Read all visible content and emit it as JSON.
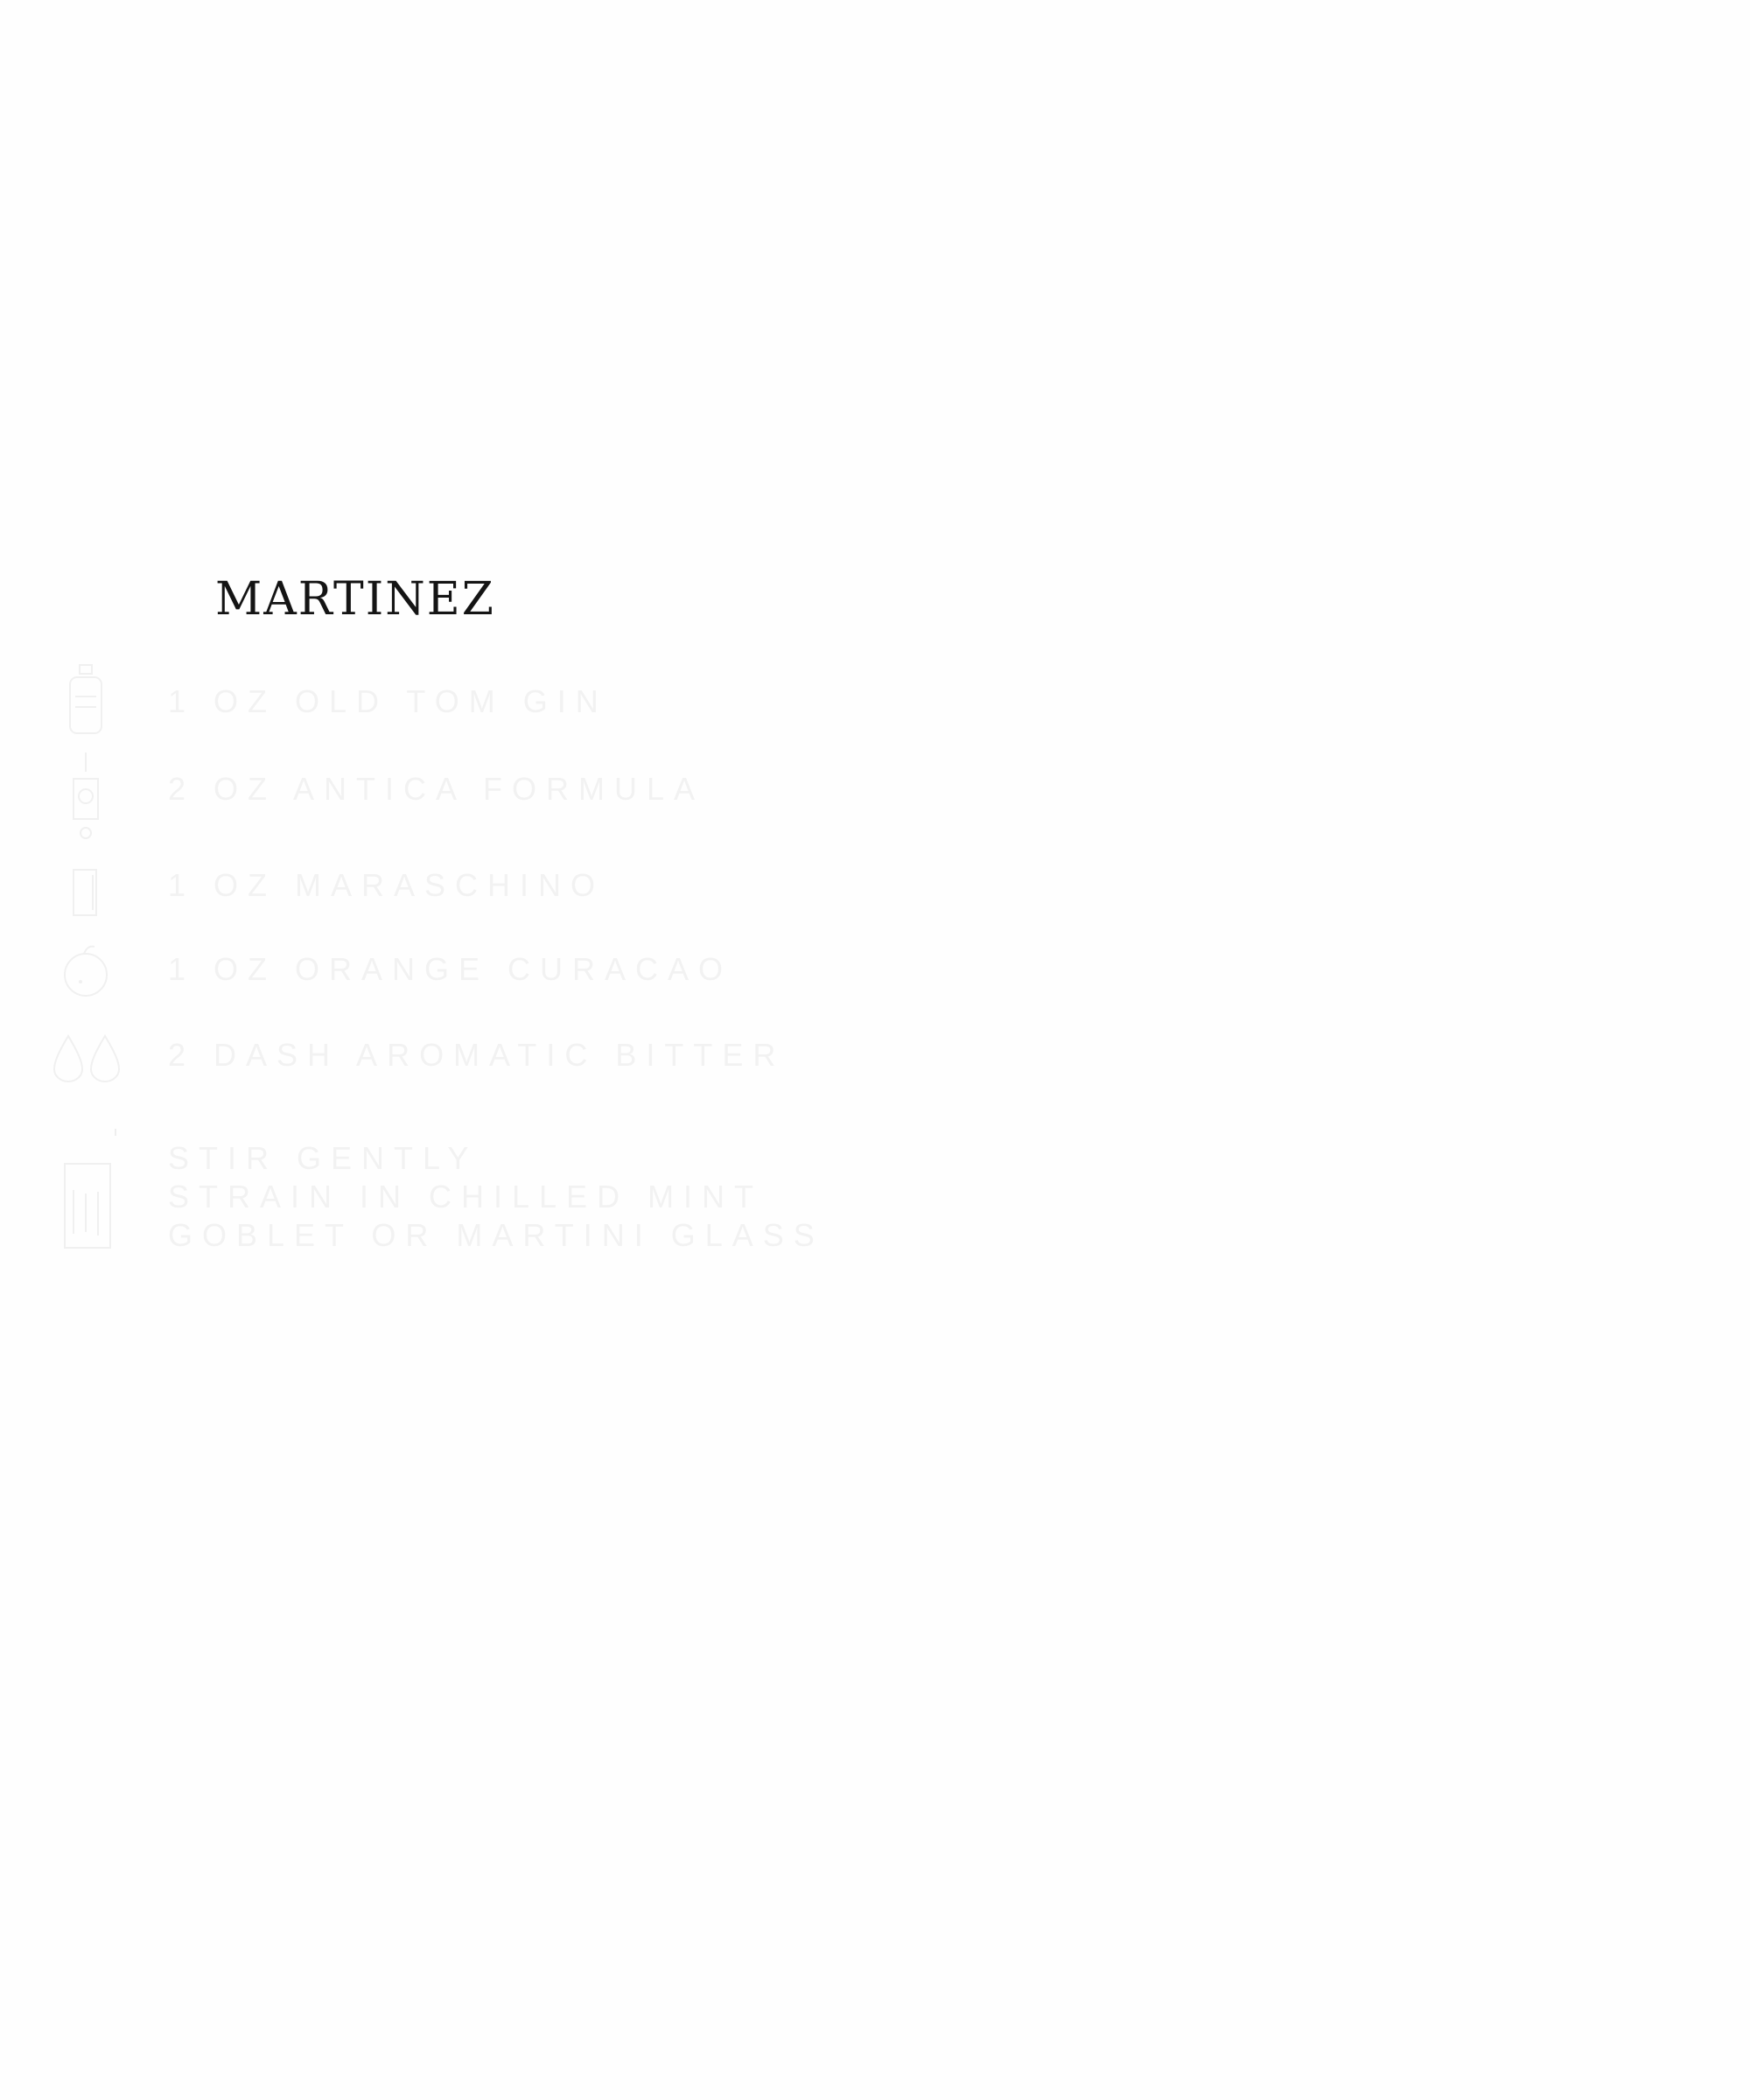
{
  "title": "martinez",
  "ingredients": [
    {
      "label": "1 oz old tom gin",
      "icon": "gin-bottle-icon"
    },
    {
      "label": "2 oz antica formula",
      "icon": "vermouth-bottle-icon"
    },
    {
      "label": "1 oz maraschino",
      "icon": "maraschino-bottle-icon"
    },
    {
      "label": "1 oz orange curacao",
      "icon": "orange-icon"
    },
    {
      "label": "2 dash aromatic bitter",
      "icon": "drops-icon"
    }
  ],
  "instructions": {
    "icon": "mixing-glass-icon",
    "lines": [
      "stir gently",
      "strain in chilled mint",
      "goblet or martini glass"
    ]
  },
  "colors": {
    "title": "#141414",
    "faded": "#f2f2f2",
    "background": "#fefefe"
  }
}
